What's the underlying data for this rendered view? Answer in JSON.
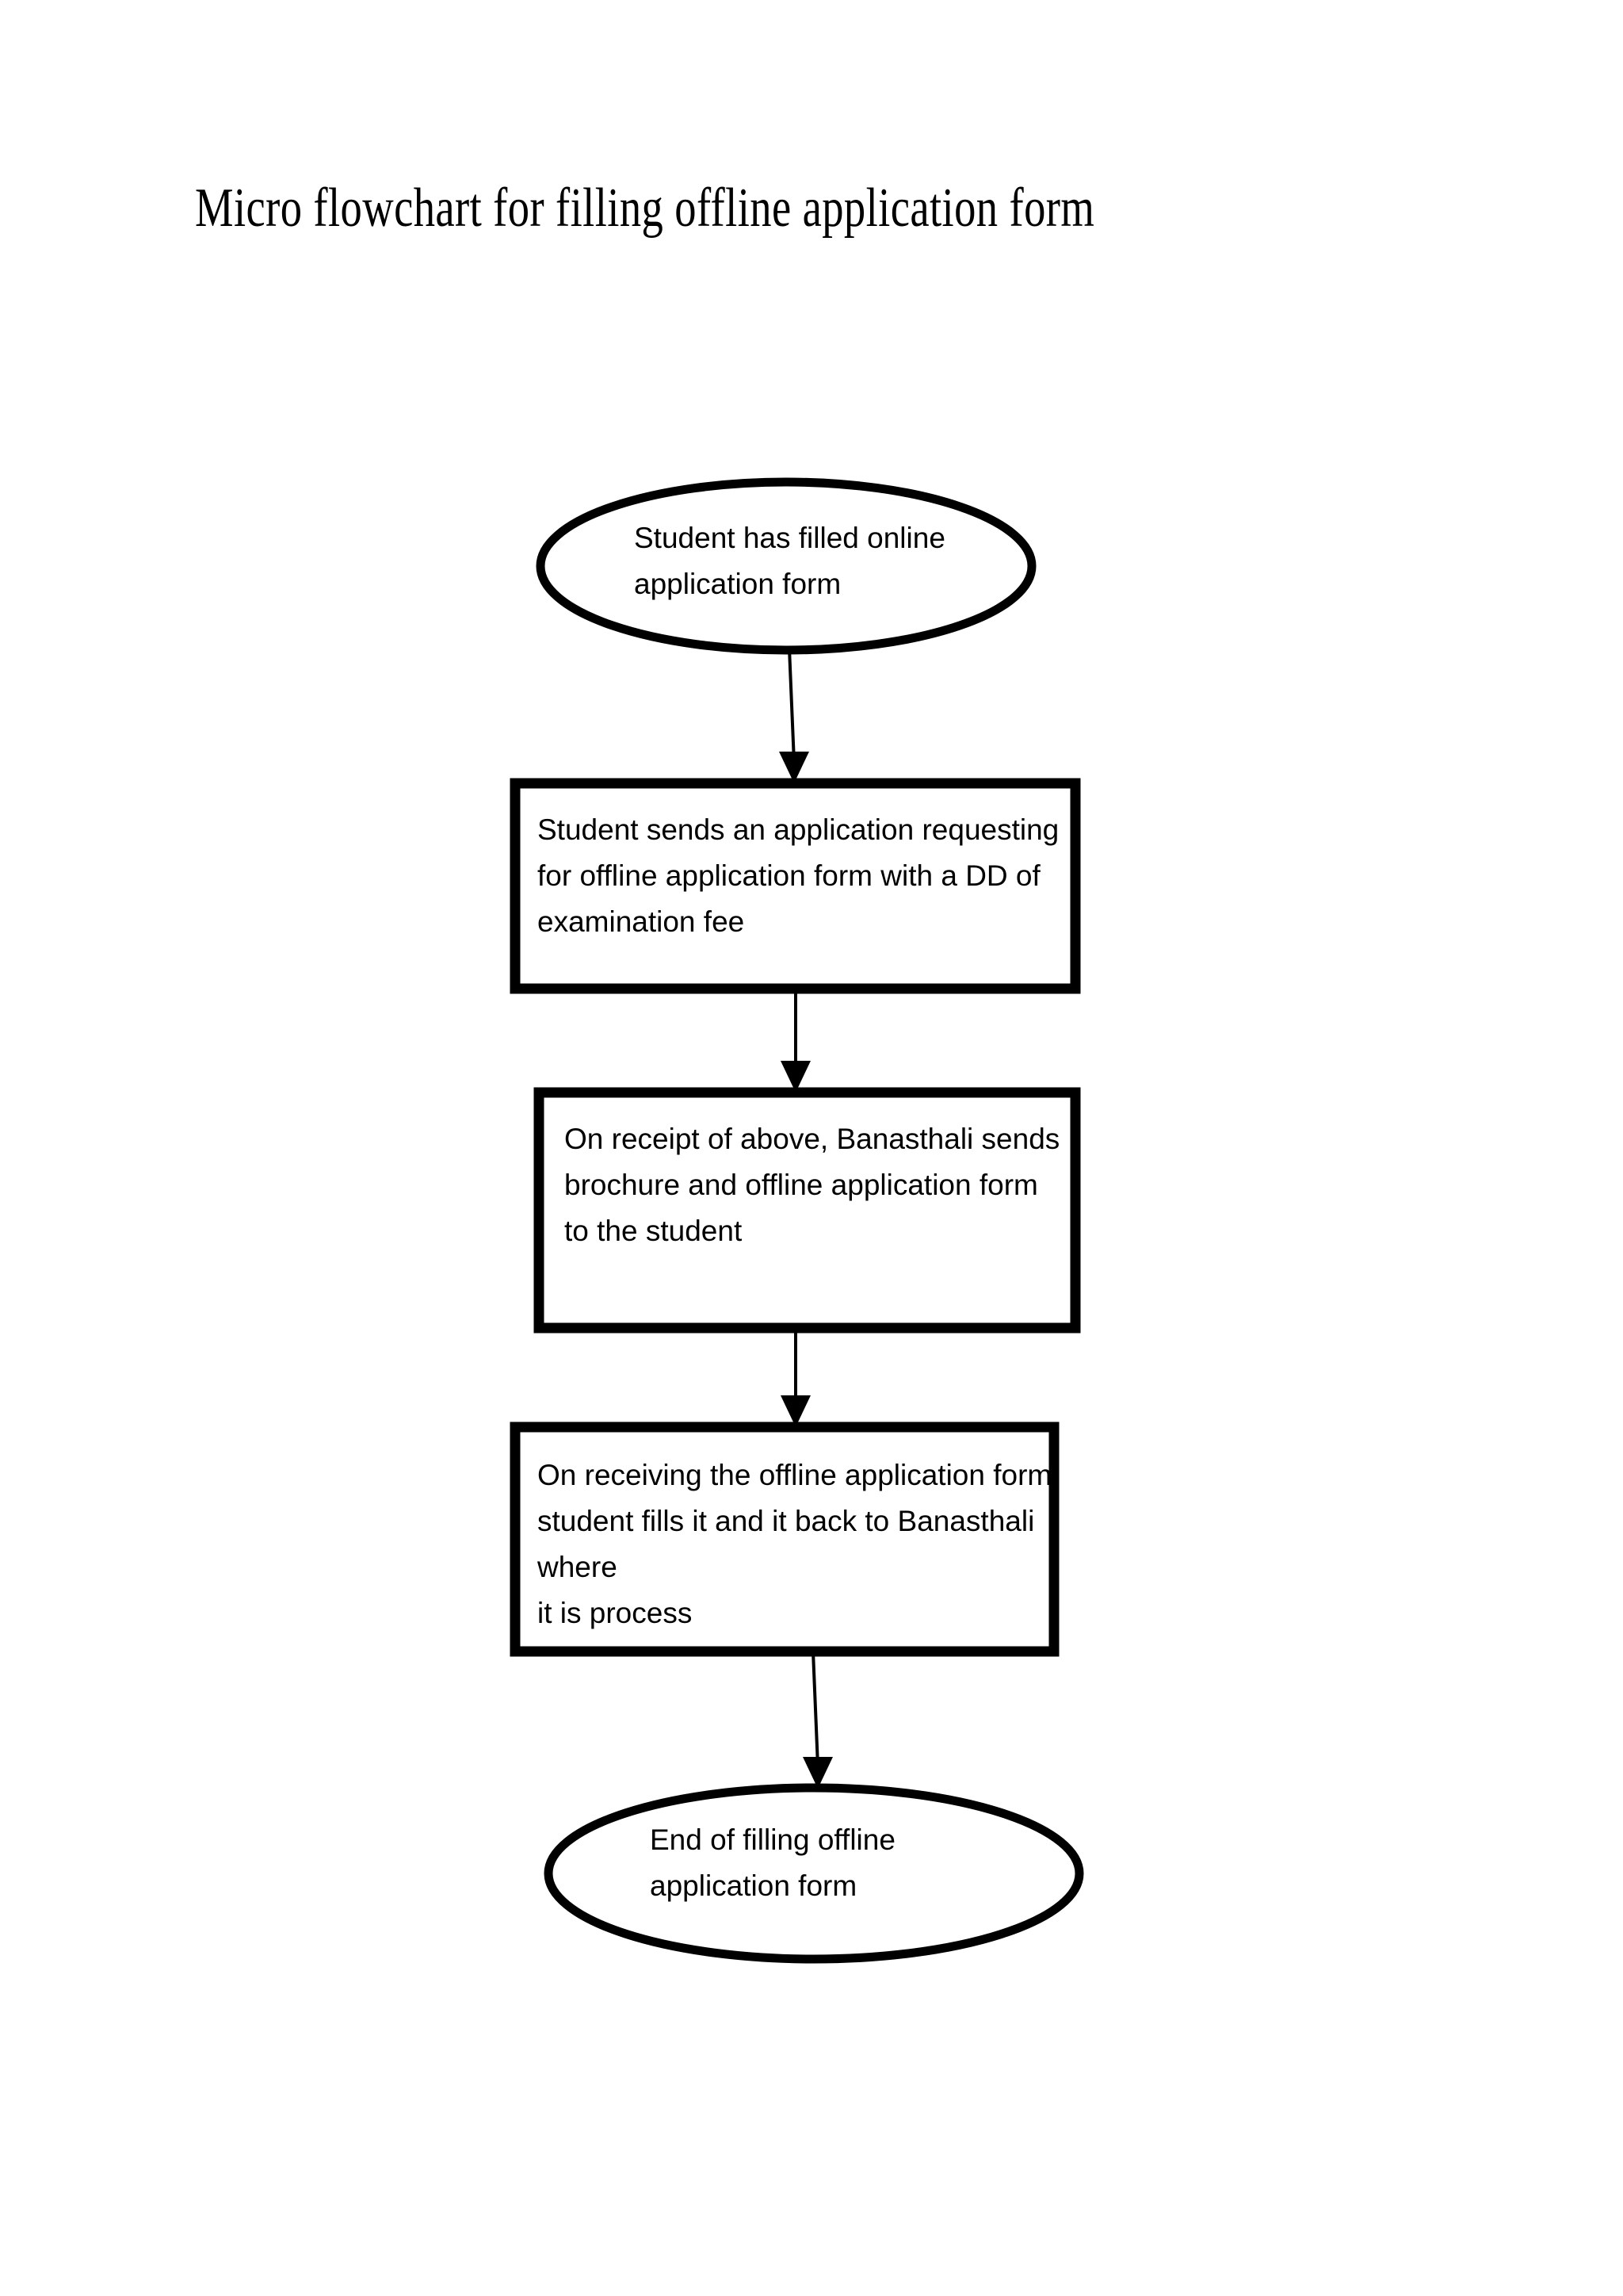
{
  "page": {
    "title": "Micro flowchart for filling offline application form",
    "background_color": "#ffffff",
    "ink_color": "#000000"
  },
  "flowchart": {
    "nodes": [
      {
        "id": "start",
        "shape": "ellipse",
        "role": "terminator",
        "text": "Student has filled online\napplication form"
      },
      {
        "id": "step-1",
        "shape": "rectangle",
        "role": "process",
        "text": "Student sends an application requesting\nfor offline application form with a DD of\nexamination fee"
      },
      {
        "id": "step-2",
        "shape": "rectangle",
        "role": "process",
        "text": "On receipt of above, Banasthali sends\nbrochure and offline application form\nto the student"
      },
      {
        "id": "step-3",
        "shape": "rectangle",
        "role": "process",
        "text": "On receiving the offline application form,\nstudent fills it and it back to Banasthali where\nit is process"
      },
      {
        "id": "end",
        "shape": "ellipse",
        "role": "terminator",
        "text": "End of filling offline\napplication form"
      }
    ],
    "connectors": [
      {
        "id": "c1",
        "from": "start",
        "to": "step-1",
        "style": "arrow-down"
      },
      {
        "id": "c2",
        "from": "step-1",
        "to": "step-2",
        "style": "arrow-down"
      },
      {
        "id": "c3",
        "from": "step-2",
        "to": "step-3",
        "style": "arrow-down"
      },
      {
        "id": "c4",
        "from": "step-3",
        "to": "end",
        "style": "arrow-down"
      }
    ]
  }
}
